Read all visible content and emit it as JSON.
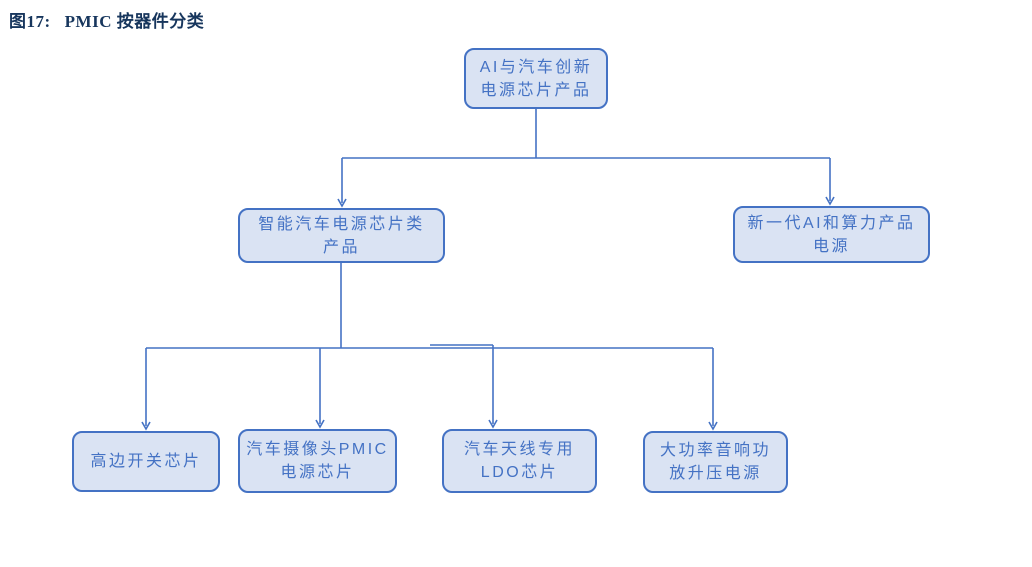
{
  "title": {
    "prefix": "图17:",
    "text": "PMIC 按器件分类"
  },
  "colors": {
    "title_text": "#17365D",
    "node_fill": "#DAE3F3",
    "node_border": "#4472C4",
    "node_text": "#4472C4",
    "connector": "#4472C4",
    "panel_background": "#FFFFFF"
  },
  "diagram": {
    "type": "flowchart",
    "nodes": [
      {
        "id": "root",
        "label": "AI与汽车创新电源芯片产品",
        "lines": [
          "AI与汽车创新",
          "电源芯片产品"
        ]
      },
      {
        "id": "smart-auto",
        "label": "智能汽车电源芯片类产品",
        "lines": [
          "智能汽车电源芯片类",
          "产品"
        ]
      },
      {
        "id": "ai-compute",
        "label": "新一代AI和算力产品电源",
        "lines": [
          "新一代AI和算力产品",
          "电源"
        ]
      },
      {
        "id": "high-side",
        "label": "高边开关芯片",
        "lines": [
          "高边开关芯片"
        ]
      },
      {
        "id": "camera-pmic",
        "label": "汽车摄像头PMIC电源芯片",
        "lines": [
          "汽车摄像头PMIC",
          "电源芯片"
        ]
      },
      {
        "id": "antenna-ldo",
        "label": "汽车天线专用LDO芯片",
        "lines": [
          "汽车天线专用",
          "LDO芯片"
        ]
      },
      {
        "id": "audio-boost",
        "label": "大功率音响功放升压电源",
        "lines": [
          "大功率音响功",
          "放升压电源"
        ]
      }
    ],
    "edges": [
      {
        "from": "root",
        "to": "smart-auto"
      },
      {
        "from": "root",
        "to": "ai-compute"
      },
      {
        "from": "smart-auto",
        "to": "high-side"
      },
      {
        "from": "smart-auto",
        "to": "camera-pmic"
      },
      {
        "from": "smart-auto",
        "to": "antenna-ldo"
      },
      {
        "from": "smart-auto",
        "to": "audio-boost"
      }
    ]
  }
}
